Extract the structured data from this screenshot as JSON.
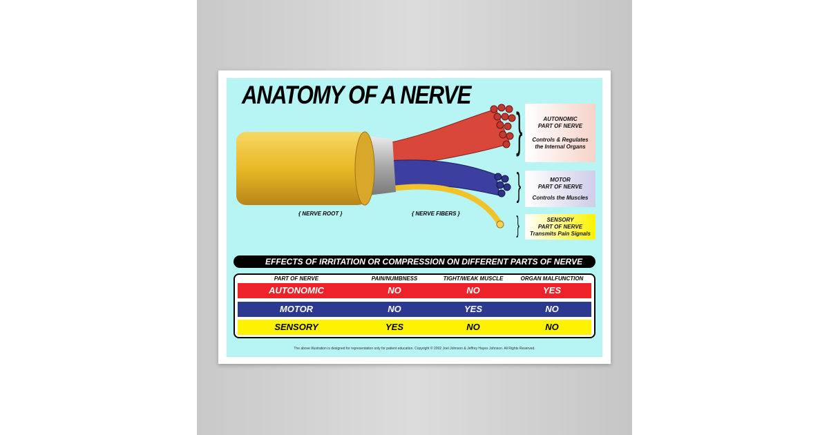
{
  "title": "ANATOMY OF A NERVE",
  "labels": {
    "root": "{ NERVE ROOT }",
    "fibers": "{ NERVE FIBERS }"
  },
  "parts": [
    {
      "name": "AUTONOMIC",
      "sub": "PART OF NERVE",
      "desc": "Controls & Regulates the Internal Organs"
    },
    {
      "name": "MOTOR",
      "sub": "PART OF NERVE",
      "desc": "Controls the Muscles"
    },
    {
      "name": "SENSORY",
      "sub": "PART OF NERVE",
      "desc": "Transmits Pain Signals"
    }
  ],
  "table": {
    "heading": "EFFECTS  OF IRRITATION  OR COMPRESSION ON DIFFERENT PARTS OF NERVE",
    "columns": [
      "PART OF NERVE",
      "PAIN/NUMBNESS",
      "TIGHT/WEAK MUSCLE",
      "ORGAN MALFUNCTION"
    ],
    "rows": [
      {
        "part": "AUTONOMIC",
        "values": [
          "NO",
          "NO",
          "YES"
        ],
        "color": "#ee2229",
        "text": "#ffffff"
      },
      {
        "part": "MOTOR",
        "values": [
          "NO",
          "YES",
          "NO"
        ],
        "color": "#2b3990",
        "text": "#ffffff"
      },
      {
        "part": "SENSORY",
        "values": [
          "YES",
          "NO",
          "NO"
        ],
        "color": "#fff200",
        "text": "#000000"
      }
    ]
  },
  "copyright": "The above illustration is designed for representation only  for patient education. Copyright © 2002 Joel Johnson & Jeffrey Hayes Johnson. All Rights Reserved."
}
